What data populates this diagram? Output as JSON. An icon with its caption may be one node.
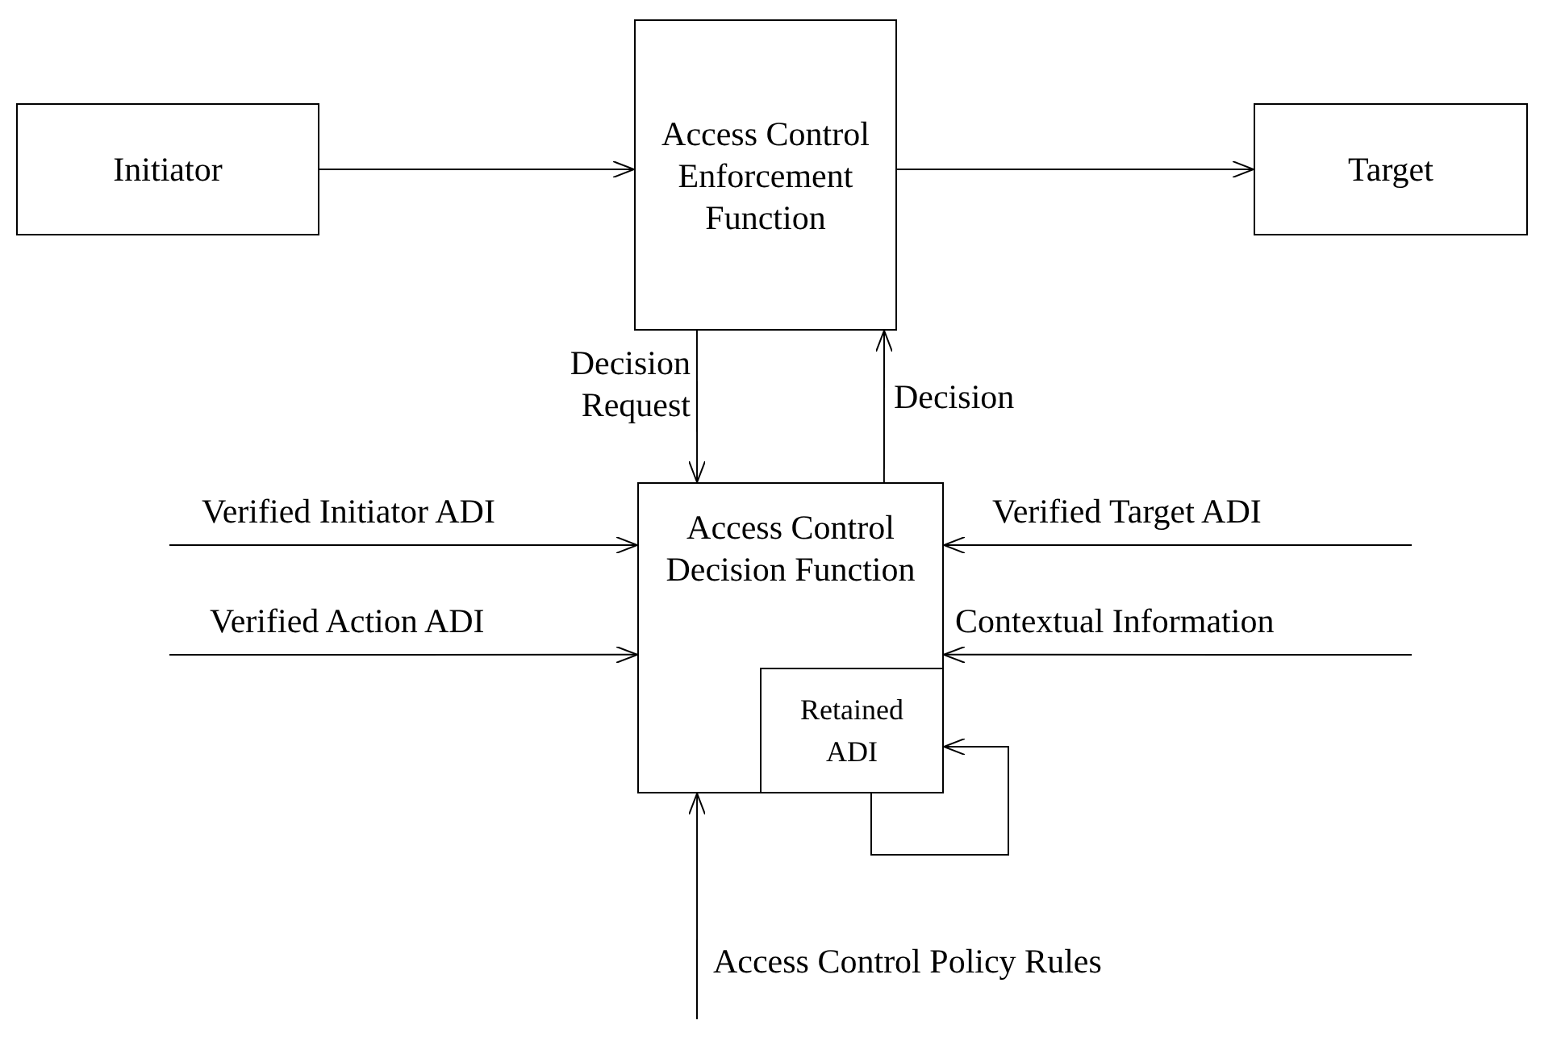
{
  "diagram": {
    "nodes": [
      {
        "text": [
          "Initiator"
        ]
      },
      {
        "text": [
          "Access Control Enforcement Function"
        ]
      },
      {
        "text": [
          "Target"
        ]
      },
      {
        "text": [
          "Access Control Decision Function"
        ]
      },
      {
        "text": [
          "Retained ADI"
        ],
        "in": 3
      }
    ],
    "edges": [
      {
        "from": 0,
        "to": 1,
        "arrow": "to"
      },
      {
        "from": 1,
        "to": 2,
        "arrow": "to"
      },
      {
        "from": 1,
        "to": 3,
        "arrow": "to",
        "label": "Decision Request"
      },
      {
        "from": 3,
        "to": 1,
        "arrow": "to",
        "label": "Decision"
      },
      {
        "from": null,
        "to": 3,
        "arrow": "to",
        "label": "Verified Initiator ADI"
      },
      {
        "from": null,
        "to": 3,
        "arrow": "to",
        "label": "Verified Action ADI"
      },
      {
        "from": null,
        "to": 3,
        "arrow": "to",
        "label": "Verified Target ADI"
      },
      {
        "from": null,
        "to": 3,
        "arrow": "to",
        "label": "Contextual Information"
      },
      {
        "from": null,
        "to": 3,
        "arrow": "to",
        "label": "Access Control Policy Rules"
      },
      {
        "from": 4,
        "to": 4,
        "arrow": "to"
      }
    ]
  }
}
